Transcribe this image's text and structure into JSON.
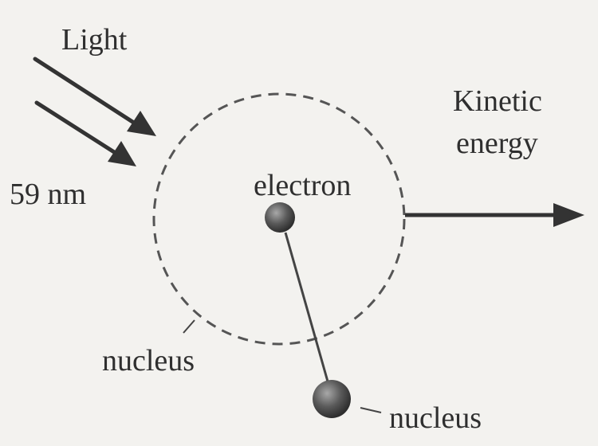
{
  "labels": {
    "light": "Light",
    "wavelength": "59 nm",
    "kinetic_line1": "Kinetic",
    "kinetic_line2": "energy",
    "electron": "electron",
    "nucleus_orbit": "nucleus",
    "nucleus_ball": "nucleus"
  },
  "colors": {
    "background": "#f3f2ef",
    "ink": "#333333",
    "sphere_dark": "#3a3a3a",
    "sphere_light": "#9a9a9a"
  }
}
